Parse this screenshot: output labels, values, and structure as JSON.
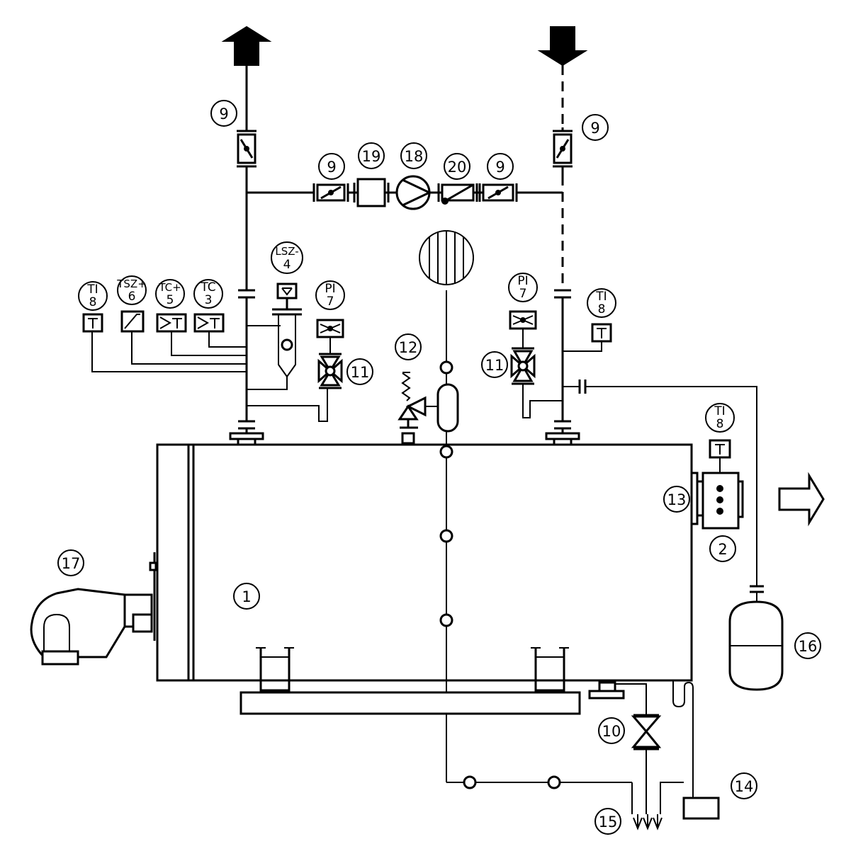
{
  "tags": {
    "t1": "1",
    "t2": "2",
    "t9a": "9",
    "t9b": "9",
    "t9c": "9",
    "t9d": "9",
    "t10": "10",
    "t11a": "11",
    "t11b": "11",
    "t12": "12",
    "t13": "13",
    "t14": "14",
    "t15": "15",
    "t16": "16",
    "t17": "17",
    "t18": "18",
    "t19": "19",
    "t20": "20"
  },
  "instruments": {
    "ti_left": {
      "line1": "TI",
      "line2": "8"
    },
    "tsz": {
      "line1": "TSZ+",
      "line2": "6"
    },
    "tc5": {
      "line1": "TC+",
      "line2": "5"
    },
    "tc3": {
      "line1": "TC",
      "line2": "3"
    },
    "lsz": {
      "line1": "LSZ-",
      "line2": "4"
    },
    "pi_left": {
      "line1": "PI",
      "line2": "7"
    },
    "pi_right": {
      "line1": "PI",
      "line2": "7"
    },
    "ti_right": {
      "line1": "TI",
      "line2": "8"
    },
    "ti_flue": {
      "line1": "TI",
      "line2": "8"
    }
  },
  "symbols": {
    "tc_mark": "T"
  }
}
